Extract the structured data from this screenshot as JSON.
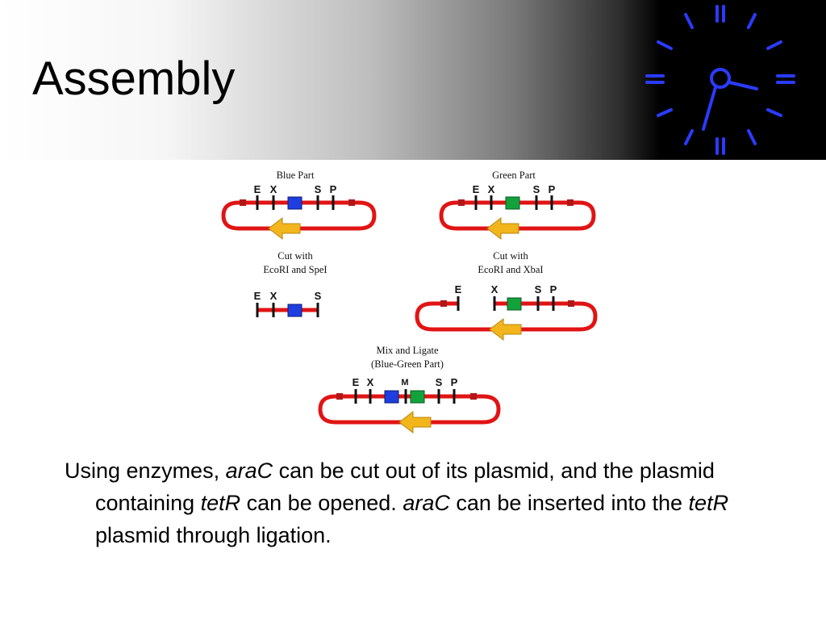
{
  "slide": {
    "title": "Assembly",
    "body": {
      "p1": "Using enzymes, ",
      "i1": "araC",
      "p2": " can be cut out of its plasmid, and the plasmid containing ",
      "i2": "tetR",
      "p3": " can be opened. ",
      "i3": "araC",
      "p4": " can be inserted into the ",
      "i4": "tetR",
      "p5": " plasmid through ligation."
    }
  },
  "diagram": {
    "blue_part_label": "Blue Part",
    "green_part_label": "Green Part",
    "cut_left_line1": "Cut with",
    "cut_left_line2": "EcoRI and SpeI",
    "cut_right_line1": "Cut with",
    "cut_right_line2": "EcoRI and XbaI",
    "mix_line1": "Mix and Ligate",
    "mix_line2": "(Blue-Green Part)",
    "sites": {
      "E": "E",
      "X": "X",
      "S": "S",
      "P": "P",
      "M": "M"
    },
    "colors": {
      "backbone": "#e11414",
      "blue_insert": "#1e3ee0",
      "green_insert": "#12a23c",
      "arrow": "#f2b51c",
      "end_marker": "#b01818"
    }
  },
  "clock": {
    "color": "#2a3bff"
  }
}
